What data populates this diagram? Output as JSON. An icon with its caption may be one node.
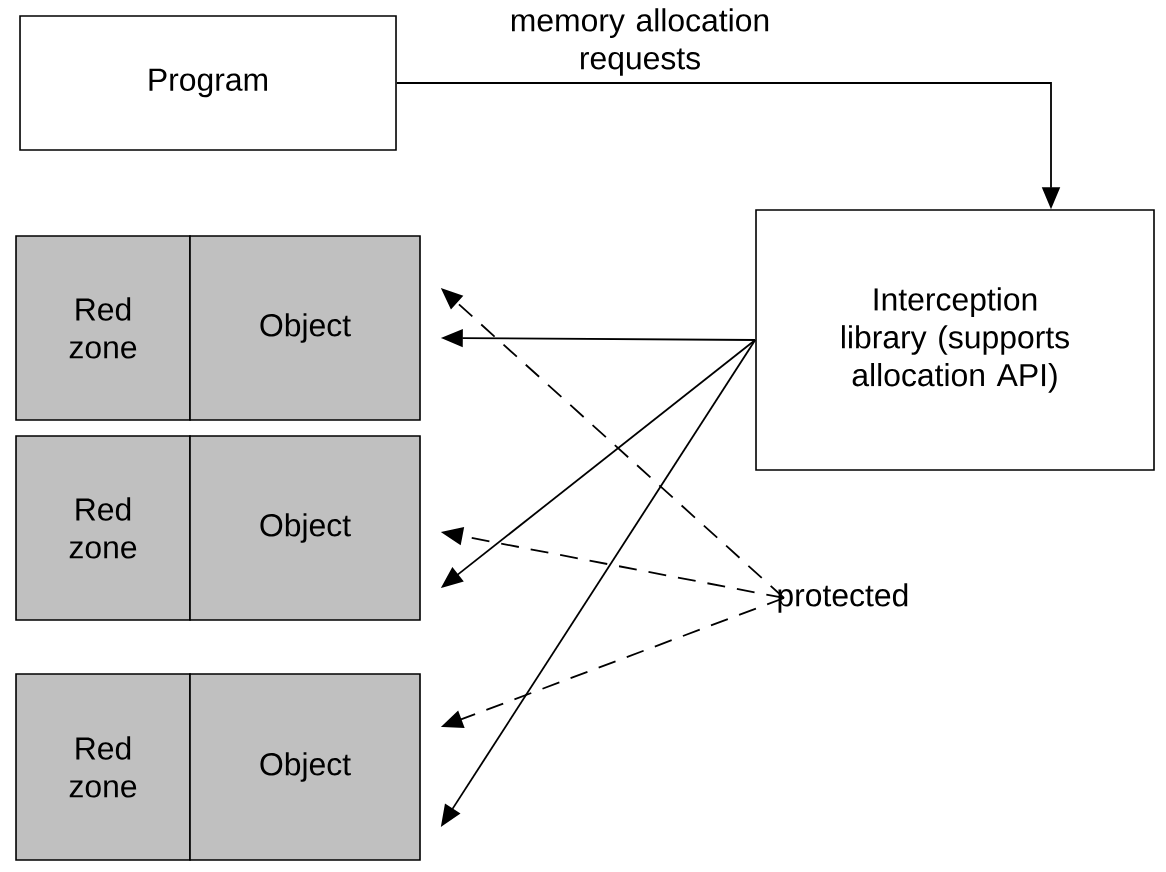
{
  "diagram": {
    "nodes": [
      {
        "text": [
          "Program"
        ]
      },
      {
        "text": [
          "Interception library (supports allocation API)"
        ]
      },
      {
        "text": [
          "Red zone"
        ]
      },
      {
        "text": [
          "Object"
        ]
      },
      {
        "text": [
          "Red zone"
        ]
      },
      {
        "text": [
          "Object"
        ]
      },
      {
        "text": [
          "Red zone"
        ]
      },
      {
        "text": [
          "Object"
        ]
      },
      {
        "text": [
          "protected"
        ]
      }
    ],
    "edges": [
      {
        "from": 0,
        "to": 1,
        "arrow": "to",
        "label": "memory allocation requests"
      },
      {
        "from": 1,
        "to": 3,
        "arrow": "to"
      },
      {
        "from": 1,
        "to": 5,
        "arrow": "to"
      },
      {
        "from": 1,
        "to": 7,
        "arrow": "to"
      },
      {
        "from": 8,
        "to": 3,
        "arrow": "to",
        "style": "dashed"
      },
      {
        "from": 8,
        "to": 5,
        "arrow": "to",
        "style": "dashed"
      },
      {
        "from": 8,
        "to": 7,
        "arrow": "to",
        "style": "dashed"
      }
    ]
  }
}
